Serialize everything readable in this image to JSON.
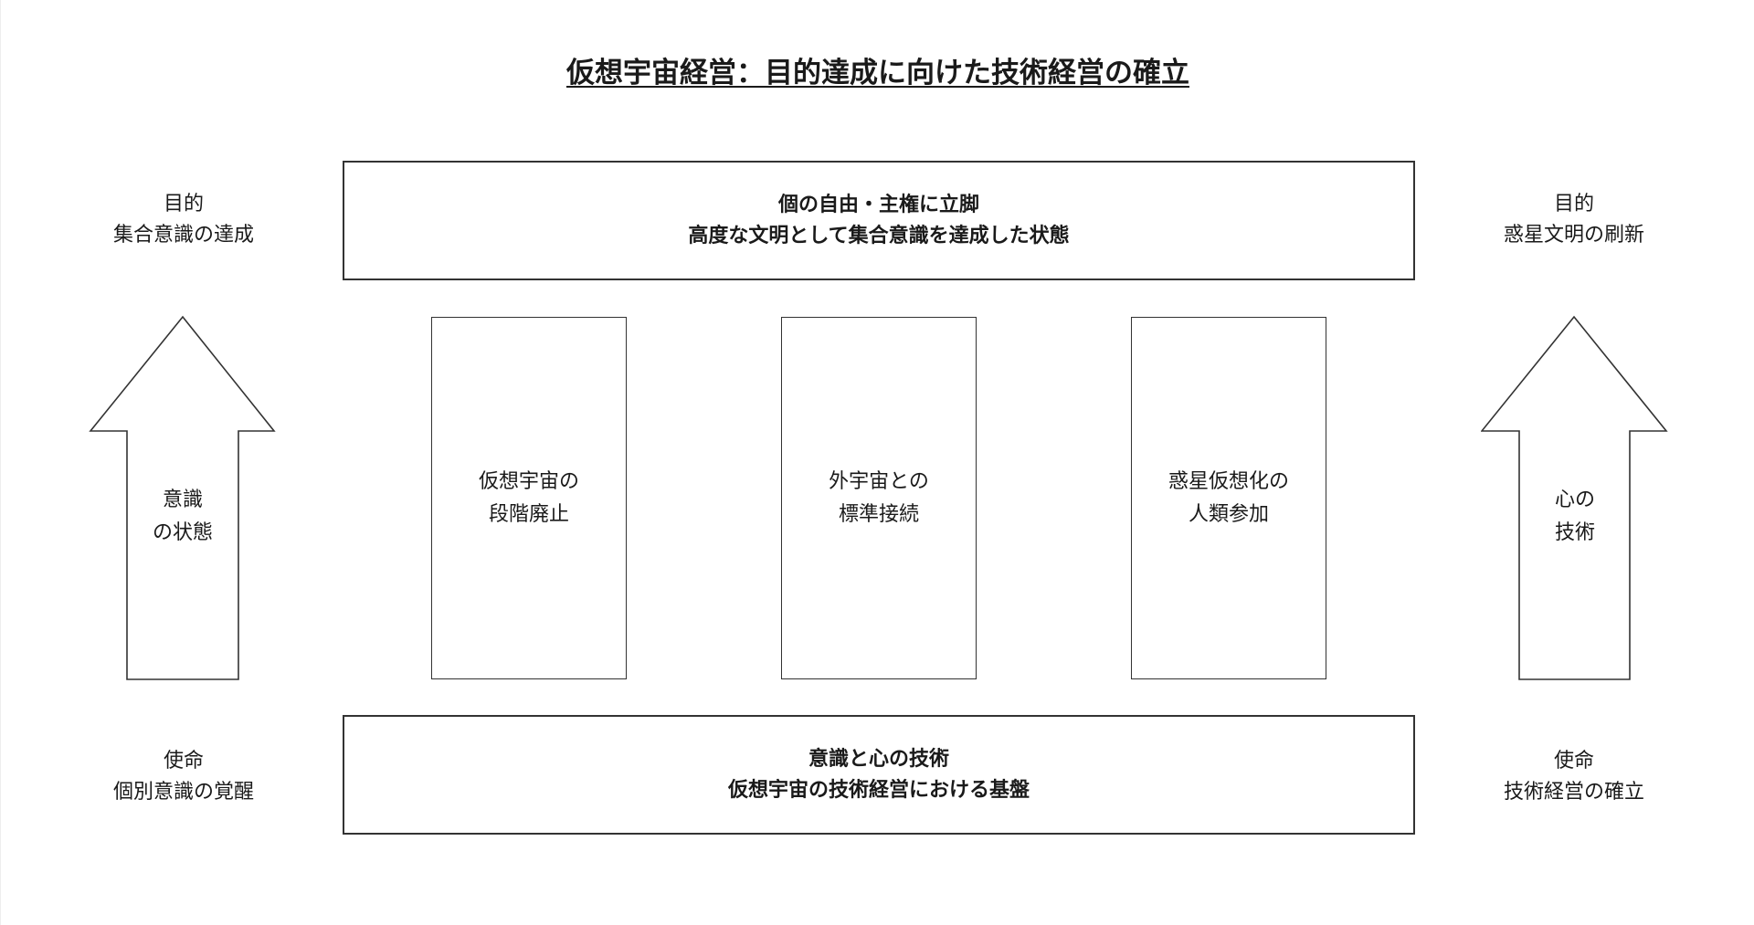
{
  "title": "仮想宇宙経営：目的達成に向けた技術経営の確立",
  "top_box": {
    "line1": "個の自由・主権に立脚",
    "line2": "高度な文明として集合意識を達成した状態"
  },
  "bottom_box": {
    "line1": "意識と心の技術",
    "line2": "仮想宇宙の技術経営における基盤"
  },
  "pillars": [
    {
      "line1": "仮想宇宙の",
      "line2": "段階廃止"
    },
    {
      "line1": "外宇宙との",
      "line2": "標準接続"
    },
    {
      "line1": "惑星仮想化の",
      "line2": "人類参加"
    }
  ],
  "left": {
    "goal": {
      "heading": "目的",
      "text": "集合意識の達成"
    },
    "arrow": {
      "line1": "意識",
      "line2": "の状態",
      "icon": "up-arrow-icon"
    },
    "mission": {
      "heading": "使命",
      "text": "個別意識の覚醒"
    }
  },
  "right": {
    "goal": {
      "heading": "目的",
      "text": "惑星文明の刷新"
    },
    "arrow": {
      "line1": "心の",
      "line2": "技術",
      "icon": "up-arrow-icon"
    },
    "mission": {
      "heading": "使命",
      "text": "技術経営の確立"
    }
  },
  "colors": {
    "stroke": "#333333",
    "text": "#1a1a1a",
    "background": "#ffffff"
  }
}
